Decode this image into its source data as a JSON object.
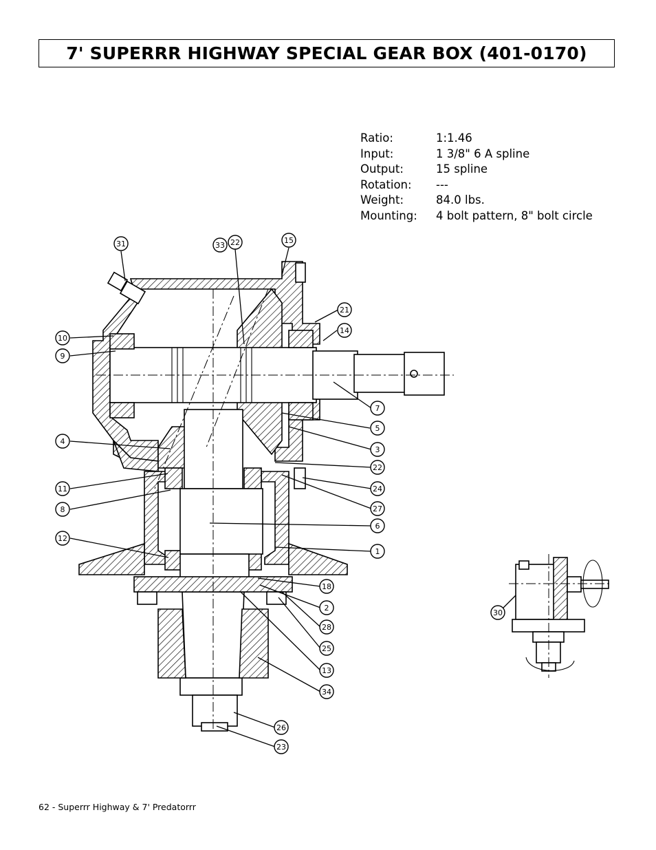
{
  "title": "7' SUPERRR HIGHWAY SPECIAL GEAR BOX (401-0170)",
  "specs": [
    {
      "label": "Ratio:",
      "value": "1:1.46"
    },
    {
      "label": "Input:",
      "value": "1 3/8\"  6 A spline"
    },
    {
      "label": "Output:",
      "value": "15 spline"
    },
    {
      "label": "Rotation:",
      "value": "---"
    },
    {
      "label": "Weight:",
      "value": "84.0 lbs."
    },
    {
      "label": "Mounting:",
      "value": "4 bolt pattern, 8\" bolt circle"
    }
  ],
  "callouts": [
    "31",
    "33",
    "22",
    "15",
    "21",
    "14",
    "10",
    "9",
    "7",
    "5",
    "4",
    "3",
    "22",
    "11",
    "24",
    "8",
    "27",
    "6",
    "12",
    "1",
    "18",
    "2",
    "28",
    "25",
    "13",
    "34",
    "26",
    "23",
    "30"
  ],
  "footer": "62 - Superrr Highway & 7' Predatorrr"
}
